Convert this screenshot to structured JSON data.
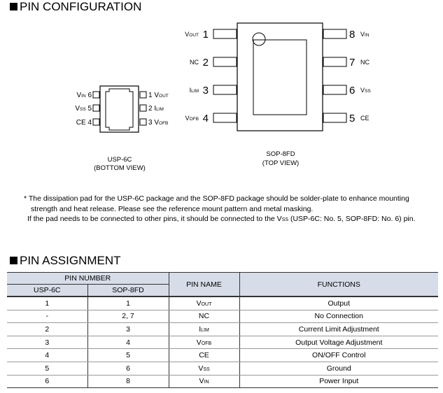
{
  "pin_configuration": {
    "title": "PIN CONFIGURATION",
    "usp6c": {
      "left_pins": [
        {
          "num": "6",
          "name": "V",
          "sub": "IN"
        },
        {
          "num": "5",
          "name": "V",
          "sub": "SS"
        },
        {
          "num": "4",
          "name": "CE",
          "sub": ""
        }
      ],
      "right_pins": [
        {
          "num": "1",
          "name": "V",
          "sub": "OUT"
        },
        {
          "num": "2",
          "name": "I",
          "sub": "LIM"
        },
        {
          "num": "3",
          "name": "V",
          "sub": "OFB"
        }
      ],
      "label": "USP-6C",
      "view": "(BOTTOM VIEW)"
    },
    "sop8fd": {
      "left_pins": [
        {
          "num": "1",
          "name": "V",
          "sub": "OUT"
        },
        {
          "num": "2",
          "name": "NC",
          "sub": ""
        },
        {
          "num": "3",
          "name": "I",
          "sub": "LIM"
        },
        {
          "num": "4",
          "name": "V",
          "sub": "OFB"
        }
      ],
      "right_pins": [
        {
          "num": "8",
          "name": "V",
          "sub": "IN"
        },
        {
          "num": "7",
          "name": "NC",
          "sub": ""
        },
        {
          "num": "6",
          "name": "V",
          "sub": "SS"
        },
        {
          "num": "5",
          "name": "CE",
          "sub": ""
        }
      ],
      "label": "SOP-8FD",
      "view": "(TOP VIEW)"
    },
    "note_line1": "* The dissipation pad for the USP-6C package and the SOP-8FD package should be solder-plate to enhance mounting",
    "note_line2": "strength and heat release.    Please see the reference mount pattern and metal masking.",
    "note_line3_pre": "If the pad needs to be connected to other pins, it should be connected to the V",
    "note_line3_sub": "SS",
    "note_line3_post": " (USP-6C: No. 5, SOP-8FD: No. 6) pin."
  },
  "pin_assignment": {
    "title": "PIN ASSIGNMENT",
    "header_pin_number": "PIN NUMBER",
    "header_usp6c": "USP-6C",
    "header_sop8fd": "SOP-8FD",
    "header_pin_name": "PIN NAME",
    "header_functions": "FUNCTIONS",
    "rows": [
      {
        "usp": "1",
        "sop": "1",
        "name": "V",
        "sub": "OUT",
        "func": "Output"
      },
      {
        "usp": "-",
        "sop": "2,  7",
        "name": "NC",
        "sub": "",
        "func": "No Connection"
      },
      {
        "usp": "2",
        "sop": "3",
        "name": "I",
        "sub": "LIM",
        "func": "Current Limit Adjustment"
      },
      {
        "usp": "3",
        "sop": "4",
        "name": "V",
        "sub": "OFB",
        "func": "Output Voltage Adjustment"
      },
      {
        "usp": "4",
        "sop": "5",
        "name": "CE",
        "sub": "",
        "func": "ON/OFF Control"
      },
      {
        "usp": "5",
        "sop": "6",
        "name": "V",
        "sub": "SS",
        "func": "Ground"
      },
      {
        "usp": "6",
        "sop": "8",
        "name": "V",
        "sub": "IN",
        "func": "Power Input"
      }
    ]
  }
}
